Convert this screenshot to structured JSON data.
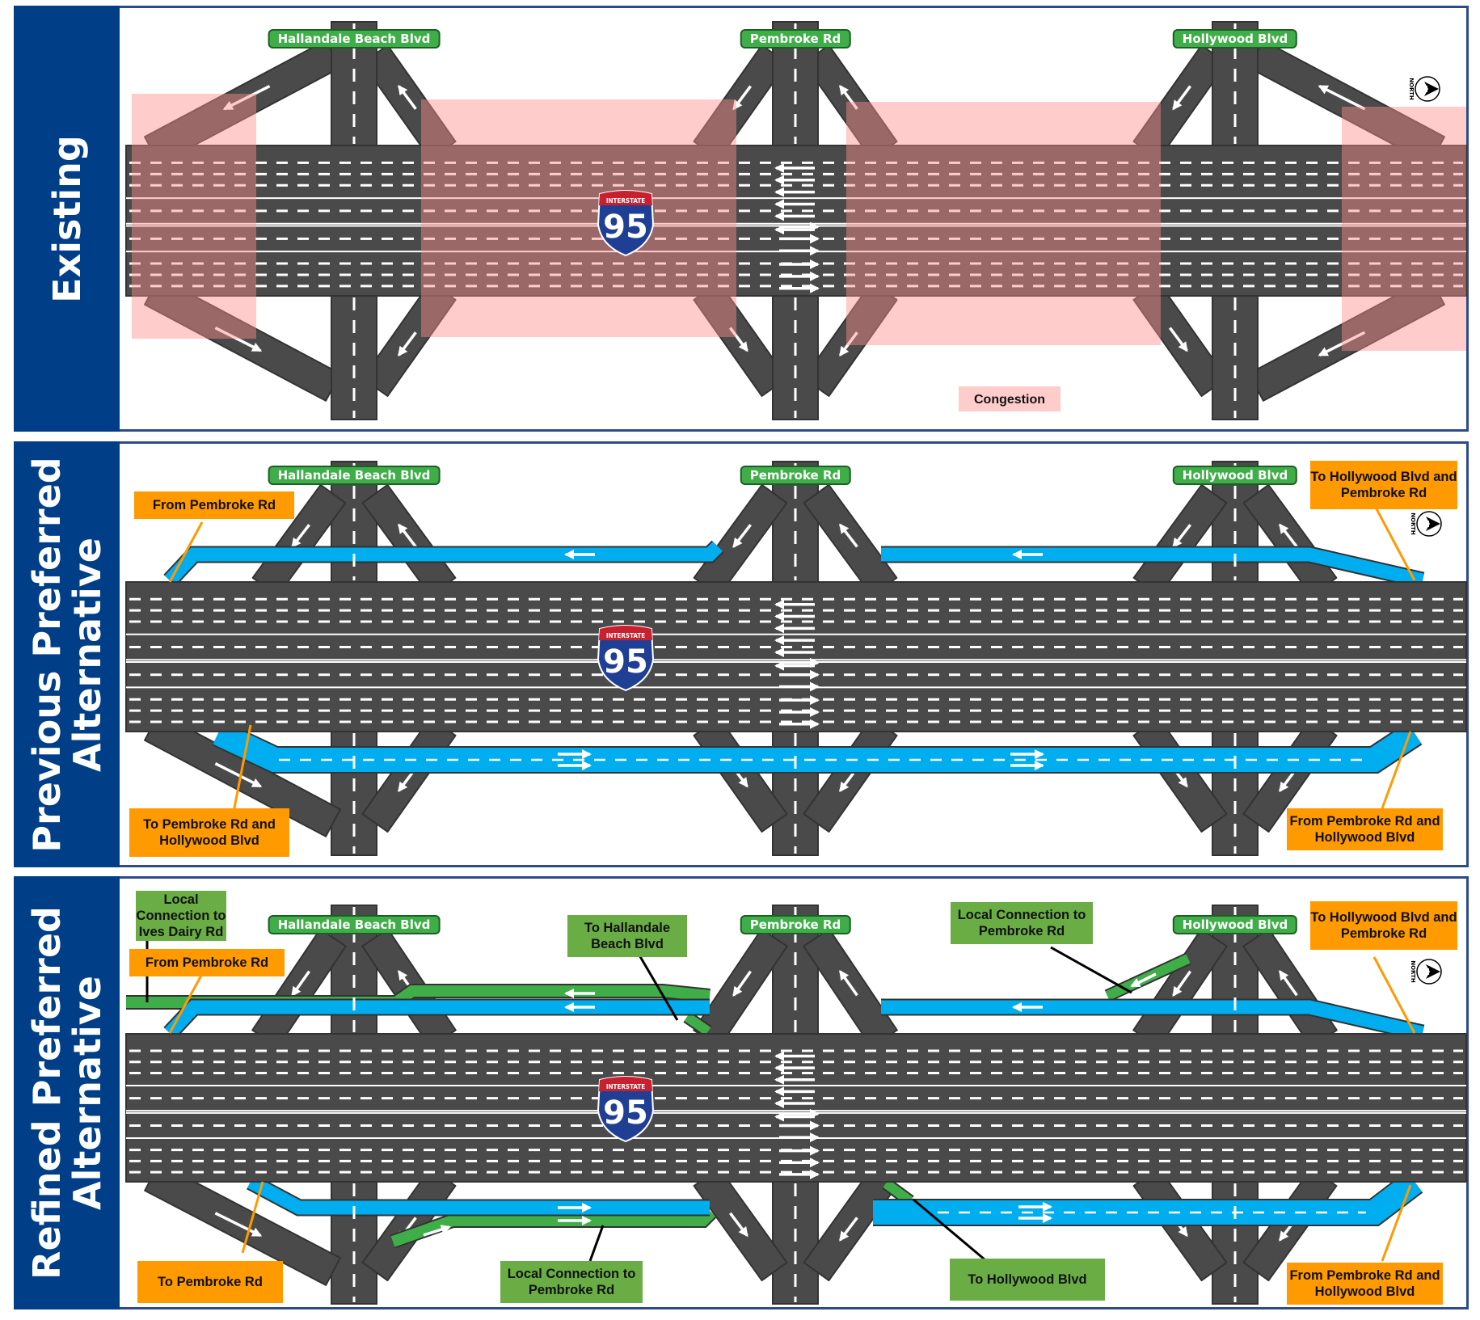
{
  "colors": {
    "sidebar": "#003f87",
    "border": "#2e4a8c",
    "road": "#4a4a4a",
    "road_edge": "#333333",
    "congestion": "#ff8f8f",
    "express_lane": "#00aeef",
    "local_lane": "#3fae49",
    "sign_green": "#3fae49",
    "callout_orange": "#ff9a00",
    "callout_green": "#6aad45",
    "interstate_blue": "#1f3f94",
    "interstate_red": "#c8202f"
  },
  "interstate_shield": {
    "top_text": "INTERSTATE",
    "number": "95"
  },
  "north_arrow": {
    "label": "NORTH",
    "letter": "N"
  },
  "cross_streets": [
    "Hallandale Beach Blvd",
    "Pembroke Rd",
    "Hollywood Blvd"
  ],
  "panels": [
    {
      "id": "existing",
      "title": "Existing",
      "legend": {
        "label": "Congestion"
      },
      "callouts": []
    },
    {
      "id": "previous",
      "title_line1": "Previous Preferred",
      "title_line2": "Alternative",
      "callouts": [
        {
          "text": "From Pembroke Rd",
          "color": "orange"
        },
        {
          "text": "To Pembroke Rd and Hollywood Blvd",
          "color": "orange"
        },
        {
          "text": "To Hollywood Blvd and Pembroke Rd",
          "color": "orange"
        },
        {
          "text": "From Pembroke Rd and Hollywood Blvd",
          "color": "orange"
        }
      ]
    },
    {
      "id": "refined",
      "title_line1": "Refined Preferred",
      "title_line2": "Alternative",
      "callouts": [
        {
          "text": "Local Connection to Ives Dairy Rd",
          "color": "green"
        },
        {
          "text": "From Pembroke Rd",
          "color": "orange"
        },
        {
          "text": "To Hallandale Beach Blvd",
          "color": "green"
        },
        {
          "text": "Local Connection to Pembroke Rd",
          "color": "green"
        },
        {
          "text": "To Hollywood Blvd and Pembroke Rd",
          "color": "orange"
        },
        {
          "text": "To Pembroke Rd",
          "color": "orange"
        },
        {
          "text": "Local Connection to Pembroke Rd",
          "color": "green"
        },
        {
          "text": "To Hollywood Blvd",
          "color": "green"
        },
        {
          "text": "From Pembroke Rd and Hollywood Blvd",
          "color": "orange"
        }
      ]
    }
  ]
}
